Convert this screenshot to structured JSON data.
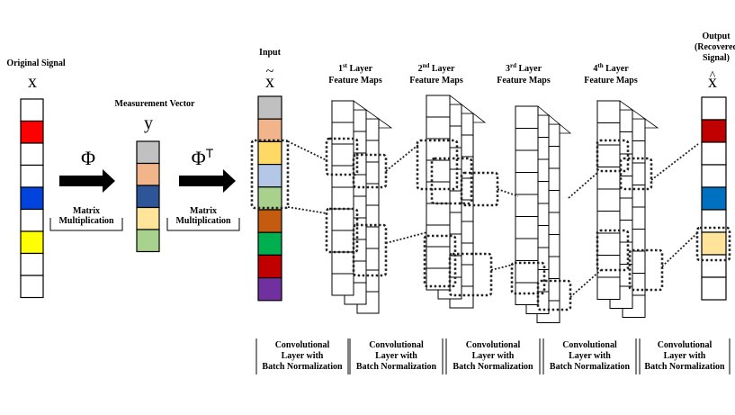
{
  "original_signal": {
    "title": "Original Signal",
    "symbol": "x",
    "cells": [
      "#ffffff",
      "#ff0000",
      "#ffffff",
      "#ffffff",
      "#0044dd",
      "#ffffff",
      "#ffff00",
      "#ffffff",
      "#ffffff"
    ]
  },
  "phi_step": {
    "symbol": "Φ",
    "label_line1": "Matrix",
    "label_line2": "Multiplication"
  },
  "measurement": {
    "title": "Measurement Vector",
    "symbol": "y",
    "cells": [
      "#c0c0c0",
      "#f2b48a",
      "#2e5597",
      "#ffe49a",
      "#a9d18e"
    ]
  },
  "phi_t_step": {
    "symbol": "Φ",
    "superscript": "T",
    "label_line1": "Matrix",
    "label_line2": "Multiplication"
  },
  "input": {
    "title": "Input",
    "symbol": "x",
    "accent": "~",
    "cells": [
      "#c0c0c0",
      "#f2b48a",
      "#ffd966",
      "#b4c7e7",
      "#a9d18e",
      "#c55a11",
      "#00b050",
      "#c00000",
      "#7030a0"
    ]
  },
  "layers": [
    {
      "num": "1",
      "sup": "st",
      "rest": " Layer",
      "line2": "Feature Maps"
    },
    {
      "num": "2",
      "sup": "nd",
      "rest": " Layer",
      "line2": "Feature Maps"
    },
    {
      "num": "3",
      "sup": "rd",
      "rest": " Layer",
      "line2": "Feature Maps"
    },
    {
      "num": "4",
      "sup": "th",
      "rest": " Layer",
      "line2": "Feature Maps"
    }
  ],
  "output": {
    "title_line1": "Output",
    "title_line2": "(Recovered",
    "title_line3": "Signal)",
    "symbol": "x",
    "accent": "^",
    "cells": [
      "#ffffff",
      "#c00000",
      "#ffffff",
      "#ffffff",
      "#0070c0",
      "#ffffff",
      "#ffe49a",
      "#ffffff",
      "#ffffff"
    ]
  },
  "conv_blocks": [
    {
      "line1": "Convolutional",
      "line2": "Layer with",
      "line3": "Batch Normalization"
    },
    {
      "line1": "Convolutional",
      "line2": "Layer with",
      "line3": "Batch Normalization"
    },
    {
      "line1": "Convolutional",
      "line2": "Layer with",
      "line3": "Batch Normalization"
    },
    {
      "line1": "Convolutional",
      "line2": "Layer with",
      "line3": "Batch Normalization"
    },
    {
      "line1": "Convolutional",
      "line2": "Layer with",
      "line3": "Batch Normalization"
    }
  ]
}
